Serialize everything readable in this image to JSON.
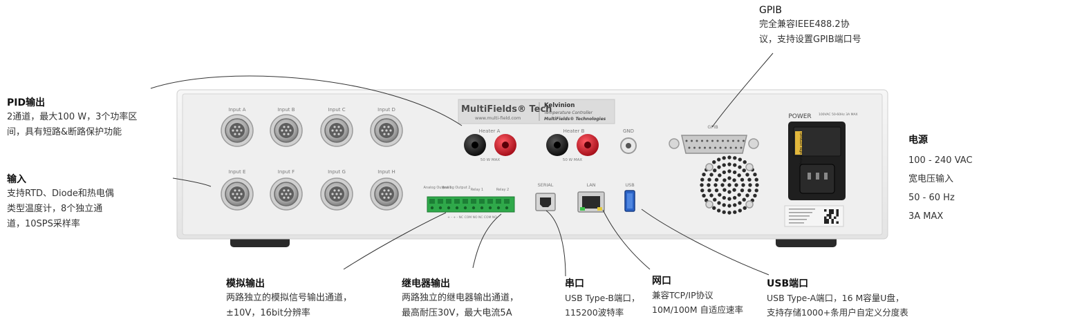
{
  "device": {
    "brand": "MultiFields® Tech",
    "website": "www.multi-field.com",
    "model": "Kelvinion",
    "model_sub": "Temperature Controller",
    "model_company": "MultiFields® Technologies",
    "inputs_top": [
      "Input A",
      "Input B",
      "Input C",
      "Input D"
    ],
    "inputs_bottom": [
      "Input E",
      "Input F",
      "Input G",
      "Input H"
    ],
    "heater_a": "Heater A",
    "heater_b": "Heater B",
    "heater_max": "50 W MAX",
    "gnd": "GND",
    "gpib": "GPIB",
    "power": "POWER",
    "power_spec": "100VAC 50-60Hz 3A MAX",
    "fuse_label": "DANGER High Voltage",
    "terminal_labels": [
      "Analog Output 1",
      "Analog Output 2",
      "Relay 1",
      "Relay 2"
    ],
    "terminal_pins": "+ -  + -  NC COM NO  NC COM NO",
    "serial": "SERIAL",
    "lan": "LAN",
    "usb": "USB"
  },
  "annotations": {
    "gpib": {
      "title": "GPIB",
      "lines": [
        "完全兼容IEEE488.2协",
        "议，支持设置GPIB端口号"
      ]
    },
    "pid": {
      "title": "PID输出",
      "lines": [
        "2通道，最大100 W，3个功率区",
        "间，具有短路&断路保护功能"
      ]
    },
    "input": {
      "title": "输入",
      "lines": [
        "支持RTD、Diode和热电偶",
        "类型温度计，8个独立通",
        "道，10SPS采样率"
      ]
    },
    "power": {
      "title": "电源",
      "lines": [
        "100 - 240 VAC",
        "宽电压输入",
        "50 - 60 Hz",
        "3A MAX"
      ]
    },
    "analog": {
      "title": "模拟输出",
      "lines": [
        "两路独立的模拟信号输出通道，",
        "±10V，16bit分辨率"
      ]
    },
    "relay": {
      "title": "继电器输出",
      "lines": [
        "两路独立的继电器输出通道，",
        "最高耐压30V，最大电流5A"
      ]
    },
    "serial": {
      "title": "串口",
      "lines": [
        "USB Type-B端口，",
        "115200波特率"
      ]
    },
    "lan": {
      "title": "网口",
      "lines": [
        "兼容TCP/IP协议",
        "10M/100M 自适应速率"
      ]
    },
    "usb": {
      "title": "USB端口",
      "lines": [
        "USB Type-A端口，16 M容量U盘，",
        "支持存储1000+条用户自定义分度表"
      ]
    }
  },
  "colors": {
    "panel": "#ececec",
    "terminal": "#2fa94a",
    "post_red": "#d21e2b",
    "post_black": "#1c1c1c",
    "usb_blue": "#2b63c6",
    "leader": "#333333"
  }
}
